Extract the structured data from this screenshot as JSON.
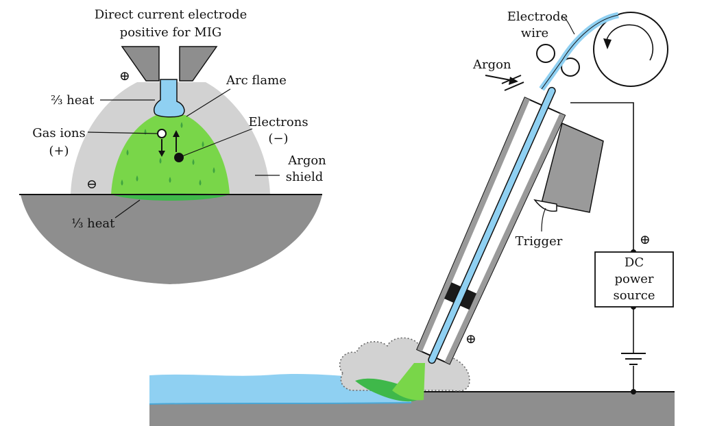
{
  "diagram": {
    "colors": {
      "metal": "#8e8e8e",
      "shield": "#d2d2d2",
      "arc": "#79d649",
      "pool": "#3fb84a",
      "wire": "#8fd0f2",
      "outline": "#111111",
      "handle": "#9a9a9a"
    },
    "detail": {
      "title_line1": "Direct current electrode",
      "title_line2": "positive for MIG",
      "plus": "⊕",
      "minus": "⊖",
      "two_thirds_heat": "⅔ heat",
      "one_third_heat": "⅓ heat",
      "arc_flame": "Arc flame",
      "gas_ions": "Gas ions",
      "gas_ions_sign": "(+)",
      "electrons": "Electrons",
      "electrons_sign": "(−)",
      "argon_shield_line1": "Argon",
      "argon_shield_line2": "shield"
    },
    "torch": {
      "electrode_wire_line1": "Electrode",
      "electrode_wire_line2": "wire",
      "argon": "Argon",
      "trigger": "Trigger",
      "plus": "⊕",
      "power_line1": "DC",
      "power_line2": "power",
      "power_line3": "source",
      "power_plus": "⊕"
    }
  }
}
